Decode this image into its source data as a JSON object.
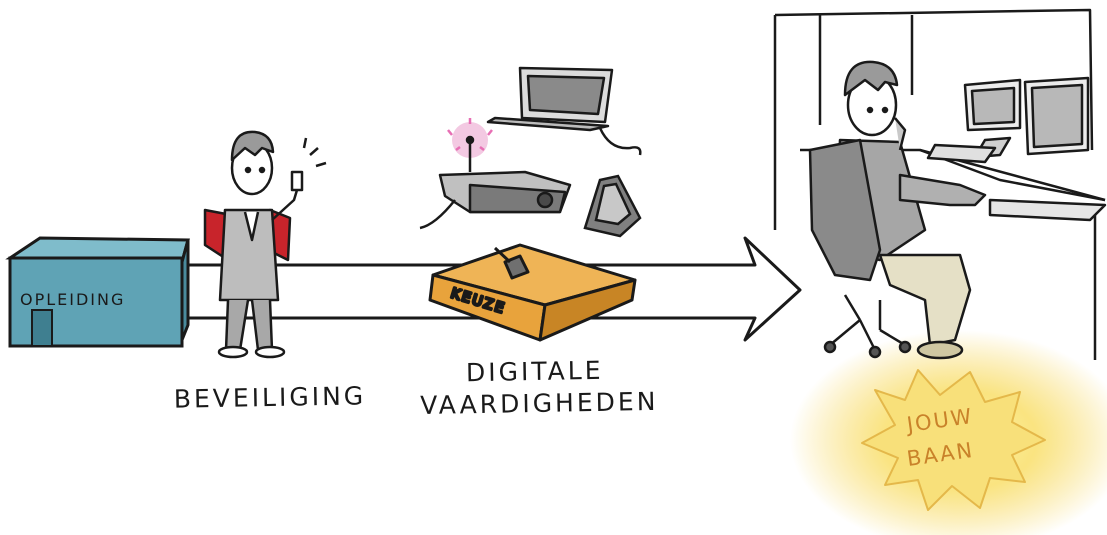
{
  "steps": {
    "school_sign": "OPLEIDING",
    "security": "BEVEILIGING",
    "choice_box": "KEUZE",
    "digital": [
      "DIGITALE",
      "VAARDIGHEDEN"
    ],
    "job_burst": [
      "JOUW",
      "BAAN"
    ]
  },
  "colors": {
    "school_building": "#5fa3b5",
    "choice_box": "#e8a33c",
    "backpack": "#c8242b",
    "burst": "#f6d455",
    "burst_text": "#c9822a",
    "router_glow": "#e76fb4",
    "arrow_fill": "#ffffff",
    "ink": "#1a1a1a"
  }
}
